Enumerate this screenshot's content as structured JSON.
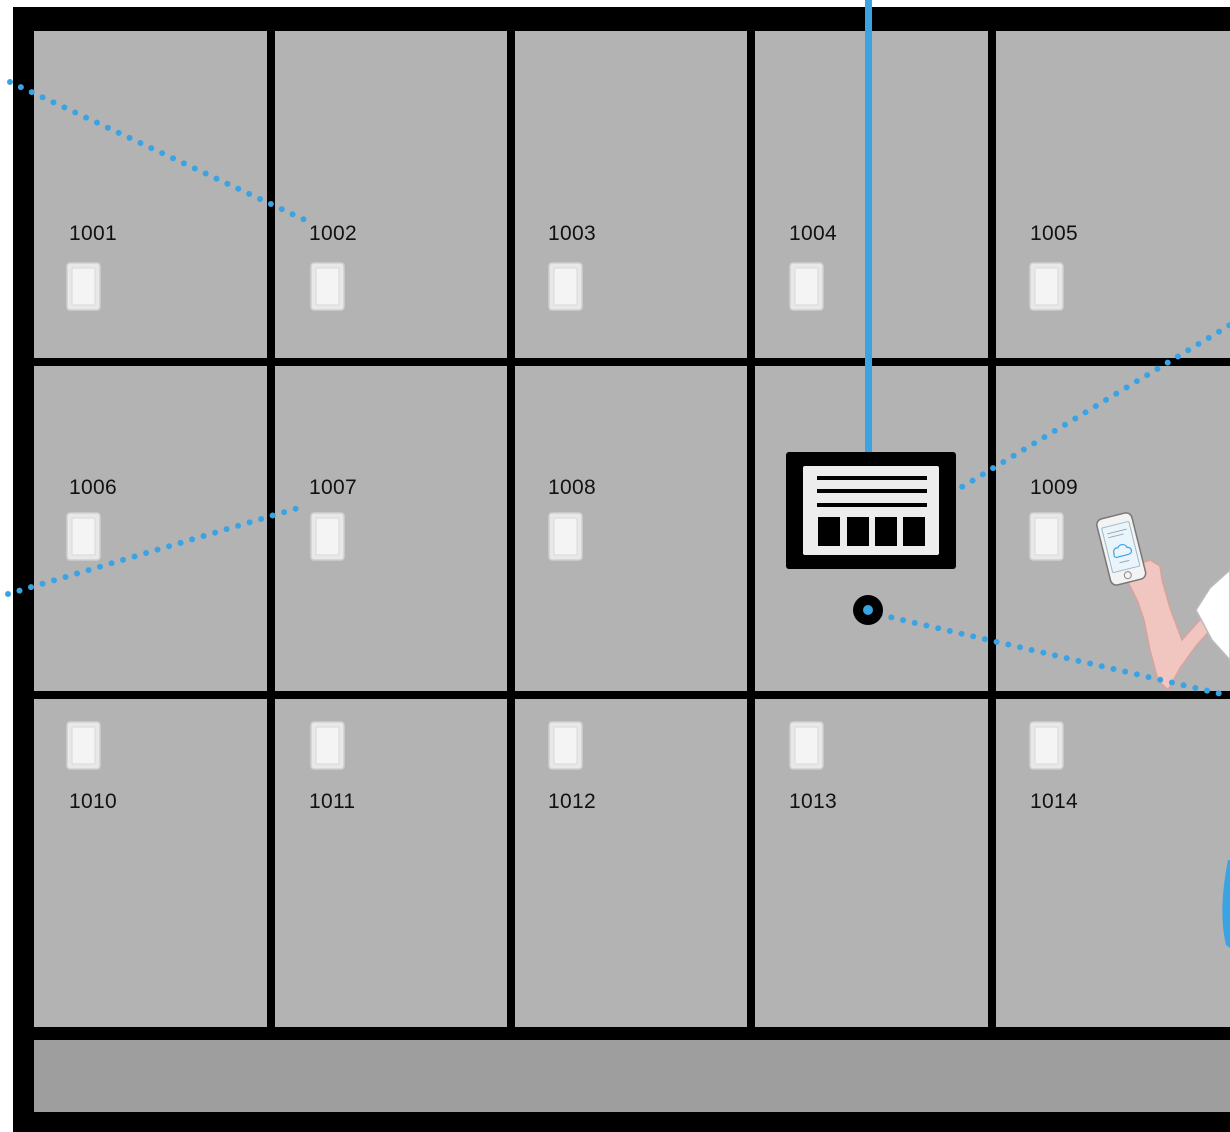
{
  "lockers": [
    {
      "number": "1001"
    },
    {
      "number": "1002"
    },
    {
      "number": "1003"
    },
    {
      "number": "1004"
    },
    {
      "number": "1005"
    },
    {
      "number": "1006"
    },
    {
      "number": "1007"
    },
    {
      "number": "1008"
    },
    {
      "number": "1009"
    },
    {
      "number": "1010"
    },
    {
      "number": "1011"
    },
    {
      "number": "1012"
    },
    {
      "number": "1013"
    },
    {
      "number": "1014"
    }
  ],
  "colors": {
    "frame": "#000000",
    "door": "#b3b3b3",
    "base": "#9e9e9e",
    "connector": "#3aa3e3",
    "latch": "#e6e6e6",
    "skin": "#f2c6c0"
  },
  "icons": {
    "terminal": "control-terminal-icon",
    "sensor": "sensor-icon",
    "phone": "smartphone-icon",
    "latch": "latch-icon"
  }
}
